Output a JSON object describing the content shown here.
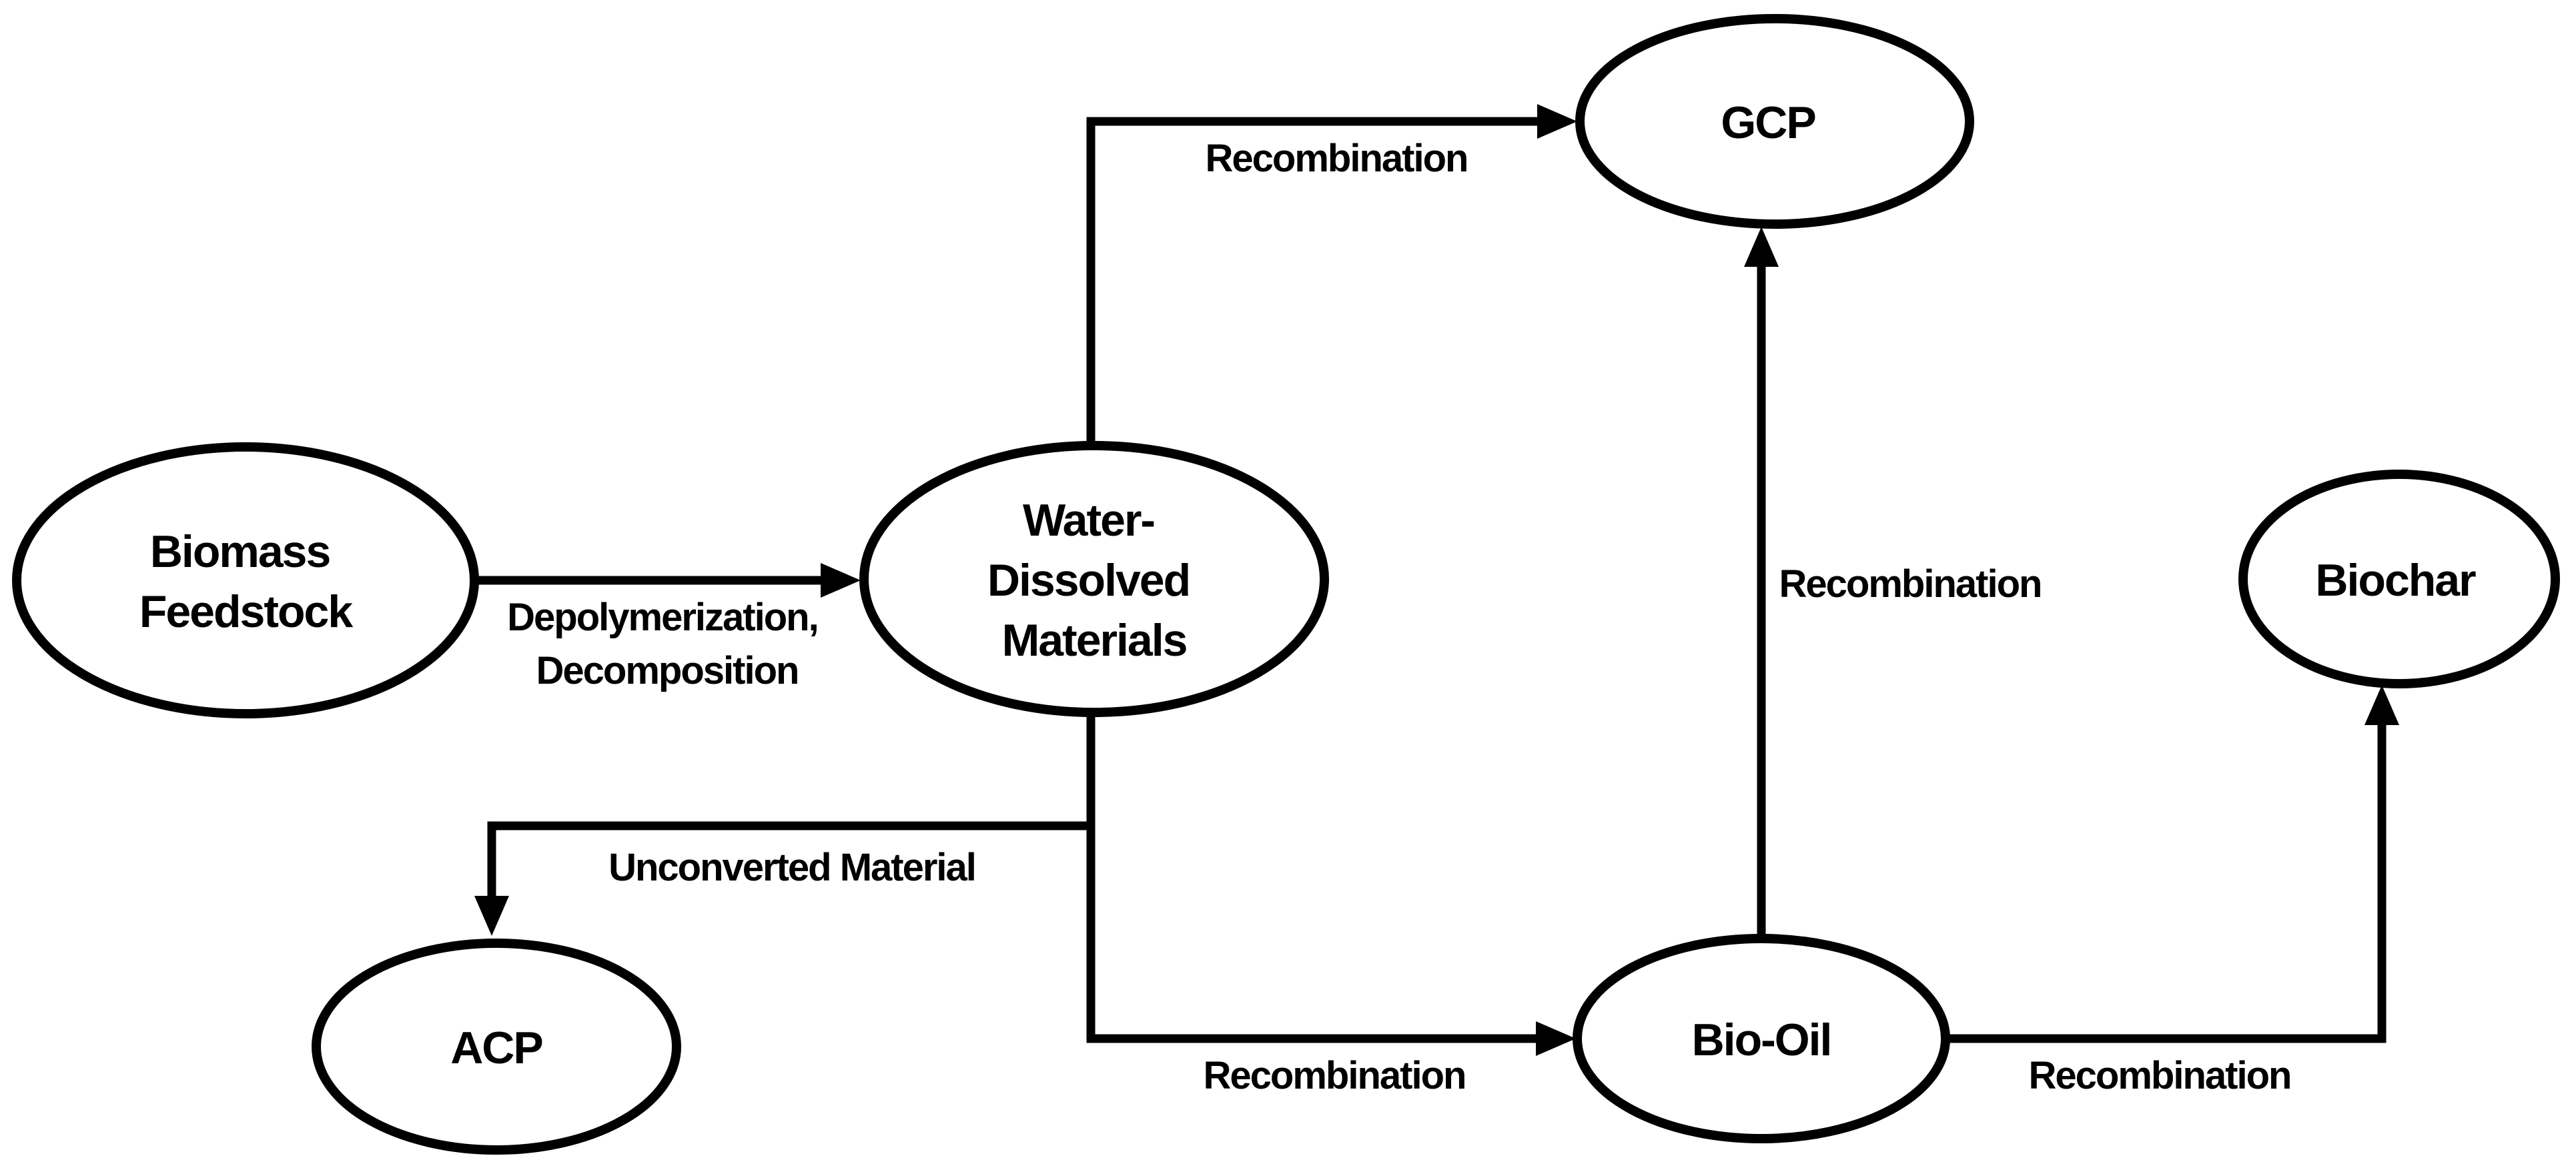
{
  "diagram": {
    "type": "flowchart",
    "background_color": "#ffffff",
    "line_color": "#000000",
    "node_fill_color": "#ffffff",
    "nodes": {
      "biomass": {
        "label": "Biomass Feedstock",
        "line1": "Biomass",
        "line2": "Feedstock"
      },
      "water_dissolved": {
        "label": "Water-Dissolved Materials",
        "line1": "Water-",
        "line2": "Dissolved",
        "line3": "Materials"
      },
      "gcp": {
        "label": "GCP"
      },
      "acp": {
        "label": "ACP"
      },
      "bio_oil": {
        "label": "Bio-Oil"
      },
      "biochar": {
        "label": "Biochar"
      }
    },
    "edges": {
      "biomass_to_water_dissolved": {
        "from": "Biomass Feedstock",
        "to": "Water-Dissolved Materials",
        "label_line1": "Depolymerization,",
        "label_line2": "Decomposition"
      },
      "water_dissolved_to_gcp": {
        "from": "Water-Dissolved Materials",
        "to": "GCP",
        "label": "Recombination"
      },
      "water_dissolved_to_acp": {
        "from": "Water-Dissolved Materials",
        "to": "ACP",
        "label": "Unconverted Material"
      },
      "water_dissolved_to_bio_oil": {
        "from": "Water-Dissolved Materials",
        "to": "Bio-Oil",
        "label": "Recombination"
      },
      "bio_oil_to_gcp": {
        "from": "Bio-Oil",
        "to": "GCP",
        "label": "Recombination"
      },
      "bio_oil_to_biochar": {
        "from": "Bio-Oil",
        "to": "Biochar",
        "label": "Recombination"
      }
    }
  }
}
